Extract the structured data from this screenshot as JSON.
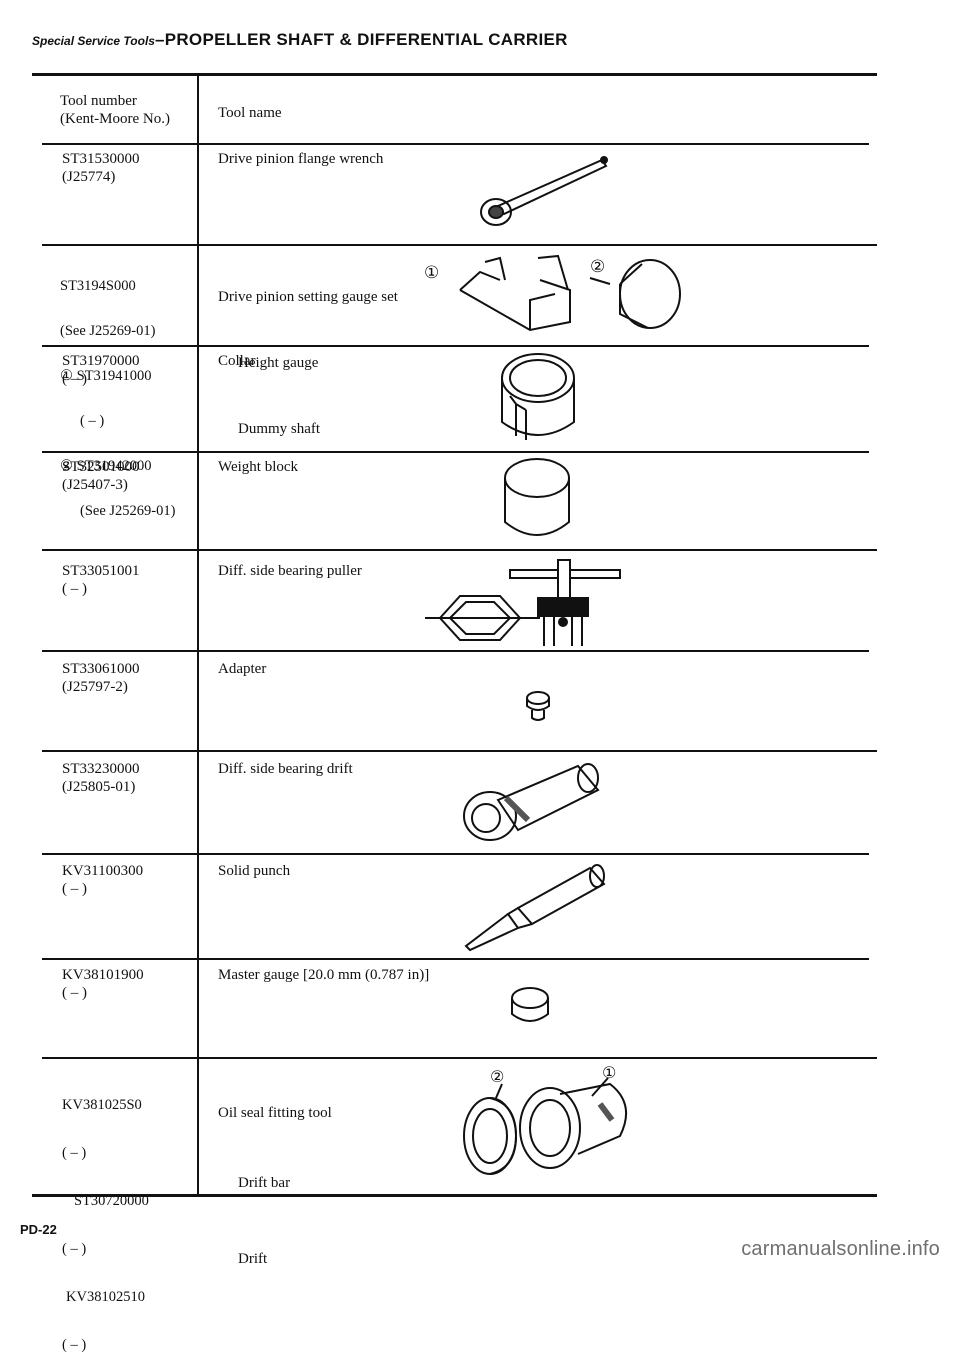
{
  "header": {
    "prefix": "Special Service Tools",
    "title": "–PROPELLER SHAFT & DIFFERENTIAL CARRIER"
  },
  "columns": {
    "number_line1": "Tool number",
    "number_line2": "(Kent-Moore No.)",
    "name": "Tool name"
  },
  "rows": [
    {
      "number_lines": [
        "ST31530000",
        "(J25774)"
      ],
      "name_lines": [
        "Drive pinion flange wrench"
      ]
    },
    {
      "number_lines": [
        "ST3194S000",
        "(See J25269-01)",
        "① ST31941000",
        "( – )",
        "② ST31942000",
        "(See J25269-01)"
      ],
      "name_lines": [
        "Drive pinion setting gauge set",
        "Height gauge",
        "Dummy shaft"
      ],
      "callouts": [
        "①",
        "②"
      ]
    },
    {
      "number_lines": [
        "ST31970000",
        "( – )"
      ],
      "name_lines": [
        "Collar"
      ]
    },
    {
      "number_lines": [
        "ST32501000",
        "(J25407-3)"
      ],
      "name_lines": [
        "Weight block"
      ]
    },
    {
      "number_lines": [
        "ST33051001",
        "( – )"
      ],
      "name_lines": [
        "Diff. side bearing puller"
      ]
    },
    {
      "number_lines": [
        "ST33061000",
        "(J25797-2)"
      ],
      "name_lines": [
        "Adapter"
      ]
    },
    {
      "number_lines": [
        "ST33230000",
        "(J25805-01)"
      ],
      "name_lines": [
        "Diff. side bearing drift"
      ]
    },
    {
      "number_lines": [
        "KV31100300",
        "( – )"
      ],
      "name_lines": [
        "Solid punch"
      ]
    },
    {
      "number_lines": [
        "KV38101900",
        "( – )"
      ],
      "name_lines": [
        "Master gauge [20.0 mm (0.787 in)]"
      ]
    },
    {
      "number_lines": [
        "KV381025S0",
        "( – )",
        "ST30720000",
        "( – )",
        "KV38102510",
        "( – )"
      ],
      "name_lines": [
        "Oil seal fitting tool",
        "Drift bar",
        "Drift"
      ],
      "callouts": [
        "②",
        "①"
      ]
    }
  ],
  "footer": {
    "page": "PD-22"
  },
  "watermark": "carmanualsonline.info",
  "icons": [
    "flange-wrench-icon",
    "gauge-set-icon",
    "collar-icon",
    "weight-block-icon",
    "bearing-puller-icon",
    "adapter-icon",
    "bearing-drift-icon",
    "solid-punch-icon",
    "master-gauge-icon",
    "oil-seal-tool-icon"
  ]
}
